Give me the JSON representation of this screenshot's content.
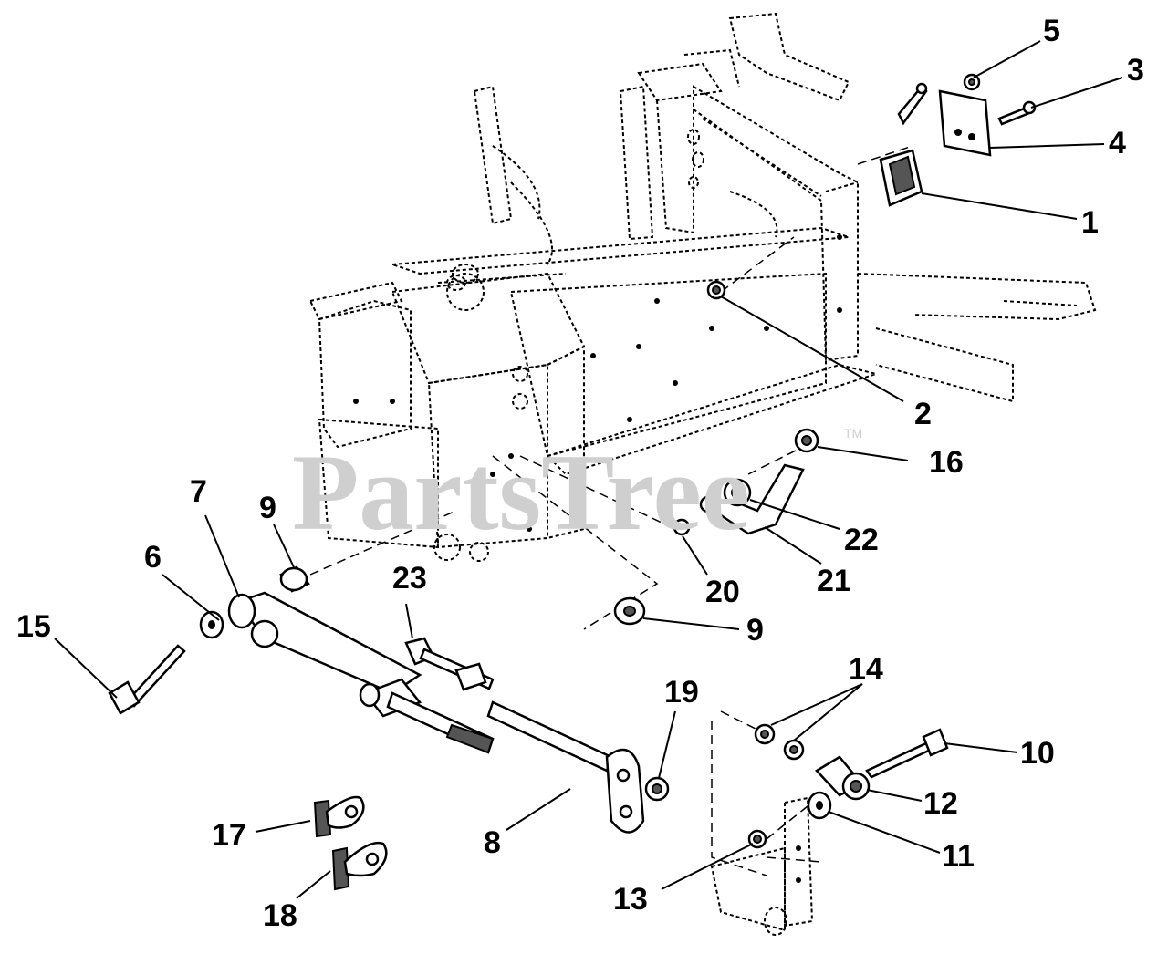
{
  "watermark": {
    "brand": "PartsTree",
    "trademark": "TM"
  },
  "callouts": [
    {
      "id": "1",
      "label": "1"
    },
    {
      "id": "2",
      "label": "2"
    },
    {
      "id": "3",
      "label": "3"
    },
    {
      "id": "4",
      "label": "4"
    },
    {
      "id": "5",
      "label": "5"
    },
    {
      "id": "6",
      "label": "6"
    },
    {
      "id": "7",
      "label": "7"
    },
    {
      "id": "8",
      "label": "8"
    },
    {
      "id": "9a",
      "label": "9"
    },
    {
      "id": "9b",
      "label": "9"
    },
    {
      "id": "10",
      "label": "10"
    },
    {
      "id": "11",
      "label": "11"
    },
    {
      "id": "12",
      "label": "12"
    },
    {
      "id": "13",
      "label": "13"
    },
    {
      "id": "14",
      "label": "14"
    },
    {
      "id": "15",
      "label": "15"
    },
    {
      "id": "16",
      "label": "16"
    },
    {
      "id": "17",
      "label": "17"
    },
    {
      "id": "18",
      "label": "18"
    },
    {
      "id": "19",
      "label": "19"
    },
    {
      "id": "20",
      "label": "20"
    },
    {
      "id": "21",
      "label": "21"
    },
    {
      "id": "22",
      "label": "22"
    },
    {
      "id": "23",
      "label": "23"
    }
  ]
}
